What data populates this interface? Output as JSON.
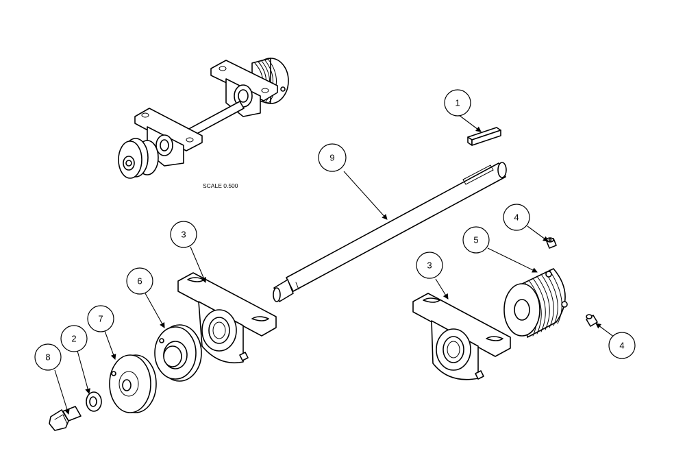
{
  "drawing": {
    "scale_note": "SCALE  0.500",
    "balloons": [
      {
        "id": "b1",
        "label": "1"
      },
      {
        "id": "b9",
        "label": "9"
      },
      {
        "id": "b4a",
        "label": "4"
      },
      {
        "id": "b5",
        "label": "5"
      },
      {
        "id": "b3a",
        "label": "3"
      },
      {
        "id": "b3b",
        "label": "3"
      },
      {
        "id": "b6",
        "label": "6"
      },
      {
        "id": "b7",
        "label": "7"
      },
      {
        "id": "b2",
        "label": "2"
      },
      {
        "id": "b8",
        "label": "8"
      },
      {
        "id": "b4b",
        "label": "4"
      }
    ]
  }
}
